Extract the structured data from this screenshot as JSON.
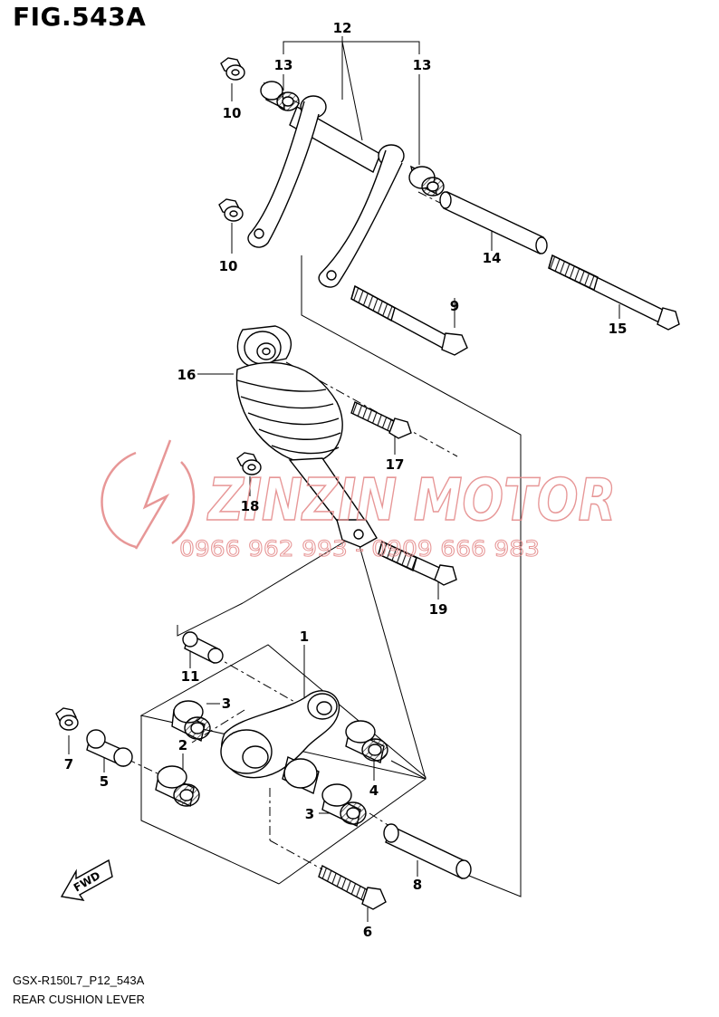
{
  "figure": {
    "title": "FIG.543A",
    "model_code": "GSX-R150L7_P12_543A",
    "name": "REAR CUSHION LEVER"
  },
  "fwd_label": "FWD",
  "watermark": {
    "brand": "ZINZIN MOTOR",
    "phone": "0966 962 993 - 0909 666 983",
    "color": "#e58c8c"
  },
  "callouts": [
    "12",
    "13",
    "13",
    "10",
    "10",
    "14",
    "9",
    "15",
    "16",
    "17",
    "18",
    "19",
    "1",
    "11",
    "3",
    "7",
    "2",
    "5",
    "4",
    "3",
    "8",
    "6"
  ]
}
